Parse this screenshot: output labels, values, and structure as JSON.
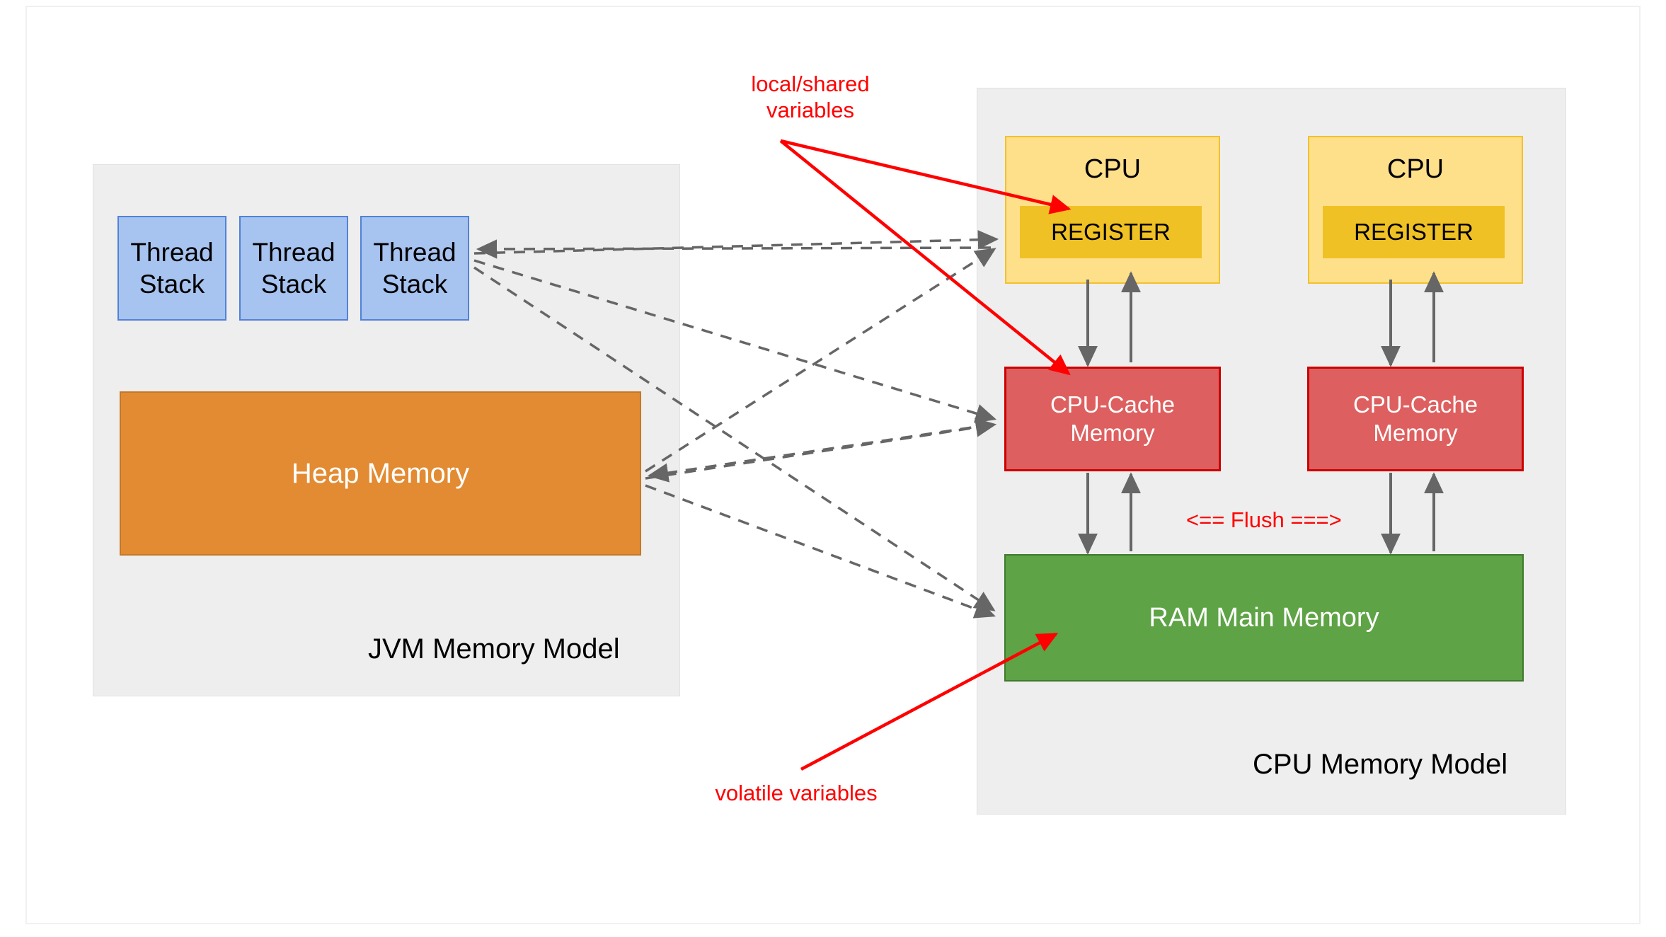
{
  "diagram": {
    "title_jvm": "JVM Memory Model",
    "title_cpu": "CPU Memory Model"
  },
  "jvm_panel": {
    "caption": "JVM Memory Model",
    "thread_stacks": [
      {
        "label": "Thread\nStack"
      },
      {
        "label": "Thread\nStack"
      },
      {
        "label": "Thread\nStack"
      }
    ],
    "heap": {
      "label": "Heap Memory"
    }
  },
  "cpu_panel": {
    "caption": "CPU Memory Model",
    "cpus": [
      {
        "label": "CPU",
        "register_label": "REGISTER",
        "cache_label": "CPU-Cache\nMemory"
      },
      {
        "label": "CPU",
        "register_label": "REGISTER",
        "cache_label": "CPU-Cache\nMemory"
      }
    ],
    "ram": {
      "label": "RAM Main Memory"
    },
    "flush_label": "<== Flush ===>"
  },
  "annotations": {
    "local_shared": "local/shared\nvariables",
    "volatile": "volatile variables"
  },
  "colors": {
    "panel_bg": "#eeeeee",
    "thread_stack_fill": "#a7c3f0",
    "thread_stack_stroke": "#5182d6",
    "heap_fill": "#e28b32",
    "heap_stroke": "#c2792b",
    "cpu_fill": "#ffe08a",
    "cpu_stroke": "#f2c12e",
    "register_fill": "#efc124",
    "cache_fill": "#de5f5f",
    "cache_stroke": "#cc0000",
    "ram_fill": "#5ea345",
    "ram_stroke": "#3f7a2c",
    "annotation_red": "#ff0000",
    "connector_gray": "#666666"
  }
}
